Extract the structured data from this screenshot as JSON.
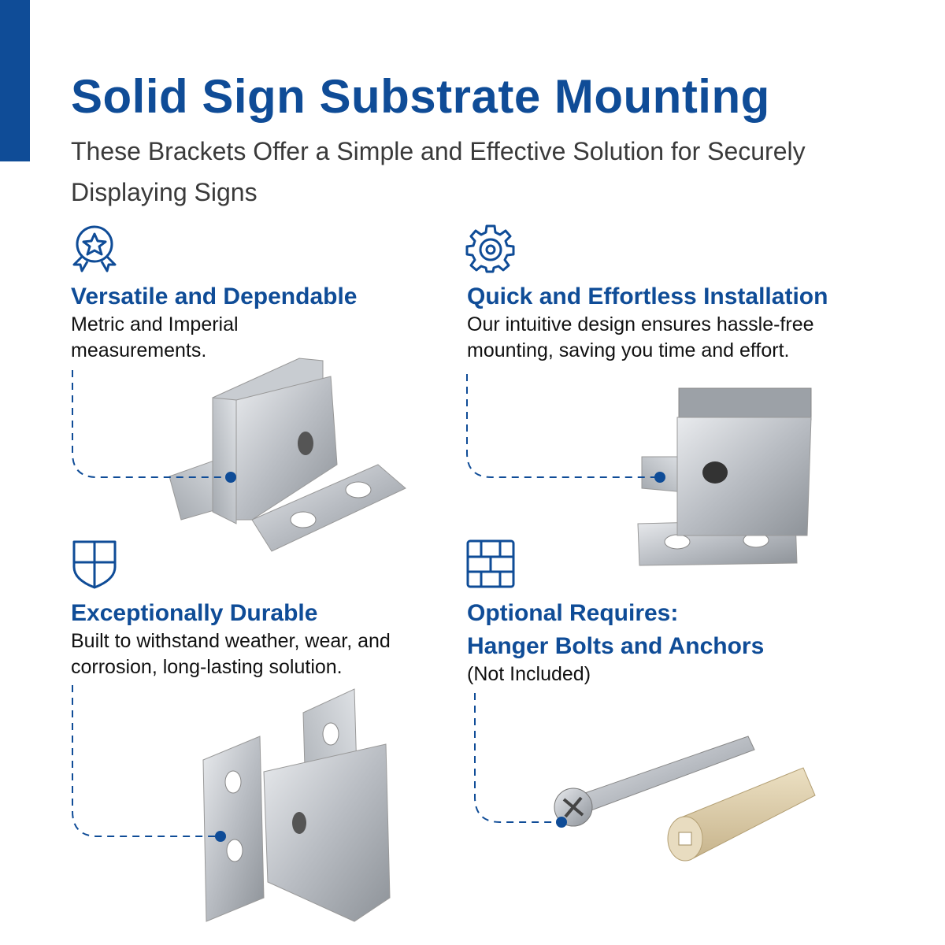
{
  "header": {
    "title": "Solid Sign Substrate Mounting",
    "subtitle": "These Brackets Offer a Simple and Effective Solution for Securely Displaying Signs"
  },
  "features": [
    {
      "icon": "award-ribbon-star-icon",
      "heading": "Versatile and Dependable",
      "body": "Metric and Imperial measurements."
    },
    {
      "icon": "gear-icon",
      "heading": "Quick and Effortless Installation",
      "body": "Our intuitive design ensures hassle-free mounting, saving you time and effort."
    },
    {
      "icon": "shield-icon",
      "heading": "Exceptionally Durable",
      "body": "Built to withstand weather, wear, and corrosion, long-lasting solution."
    },
    {
      "icon": "brick-wall-icon",
      "heading_line1": "Optional Requires:",
      "heading_line2": "Hanger Bolts and Anchors",
      "body": "(Not Included)"
    }
  ],
  "colors": {
    "accent": "#0f4c97",
    "text": "#111111",
    "subtitle": "#3a3a3a"
  }
}
